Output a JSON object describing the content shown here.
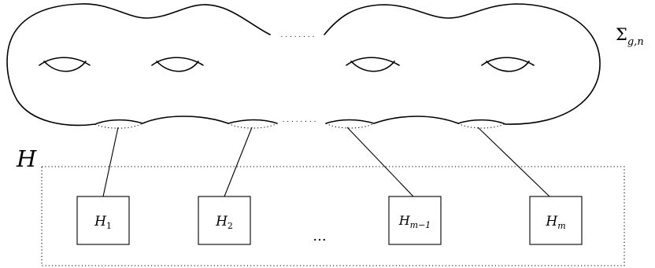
{
  "surface": {
    "label_base": "Σ",
    "label_sub": "g,n",
    "top_gap_dots": ". . . . . . . .",
    "bottom_gap_dots": ". . . . . . . ."
  },
  "handlebody": {
    "label": "H",
    "boxes": [
      {
        "base": "H",
        "sub": "1"
      },
      {
        "base": "H",
        "sub": "2"
      },
      {
        "base": "H",
        "sub": "m−1"
      },
      {
        "base": "H",
        "sub": "m"
      }
    ],
    "ellipsis": "..."
  }
}
